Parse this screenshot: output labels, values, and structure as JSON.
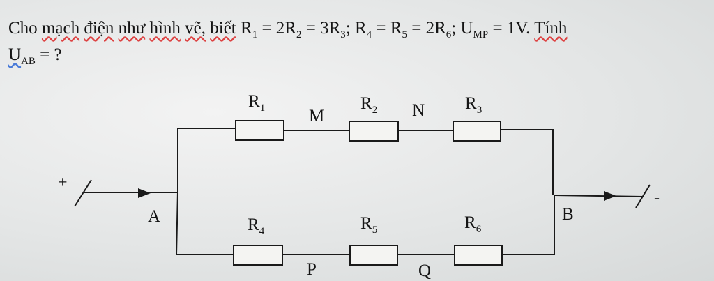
{
  "problem": {
    "w_cho": "Cho",
    "w_mach": "mạch",
    "w_dien": "điện",
    "w_nhu": "như",
    "w_hinh": "hình",
    "w_ve": "vẽ,",
    "w_biet": "biết",
    "r1": "R",
    "r1_sub": "1",
    "eq1": " = 2",
    "r2": "R",
    "r2_sub": "2",
    "eq2": " = 3",
    "r3": "R",
    "r3_sub": "3",
    "sep1": "; ",
    "r4": "R",
    "r4_sub": "4",
    "eq3": " = ",
    "r5": "R",
    "r5_sub": "5",
    "eq4": " = 2",
    "r6": "R",
    "r6_sub": "6",
    "sep2": "; ",
    "u": "U",
    "u_sub": "MP",
    "eq5": " = 1V.",
    "w_tinh": "Tính",
    "ask_u": "U",
    "ask_sub": "AB",
    "ask_tail": " = ?"
  },
  "circuit": {
    "plus": "+",
    "minus": "-",
    "node_a": "A",
    "node_b": "B",
    "node_m": "M",
    "node_n": "N",
    "node_p": "P",
    "node_q": "Q",
    "resistors": [
      {
        "letter": "R",
        "index": "1"
      },
      {
        "letter": "R",
        "index": "2"
      },
      {
        "letter": "R",
        "index": "3"
      },
      {
        "letter": "R",
        "index": "4"
      },
      {
        "letter": "R",
        "index": "5"
      },
      {
        "letter": "R",
        "index": "6"
      }
    ]
  }
}
